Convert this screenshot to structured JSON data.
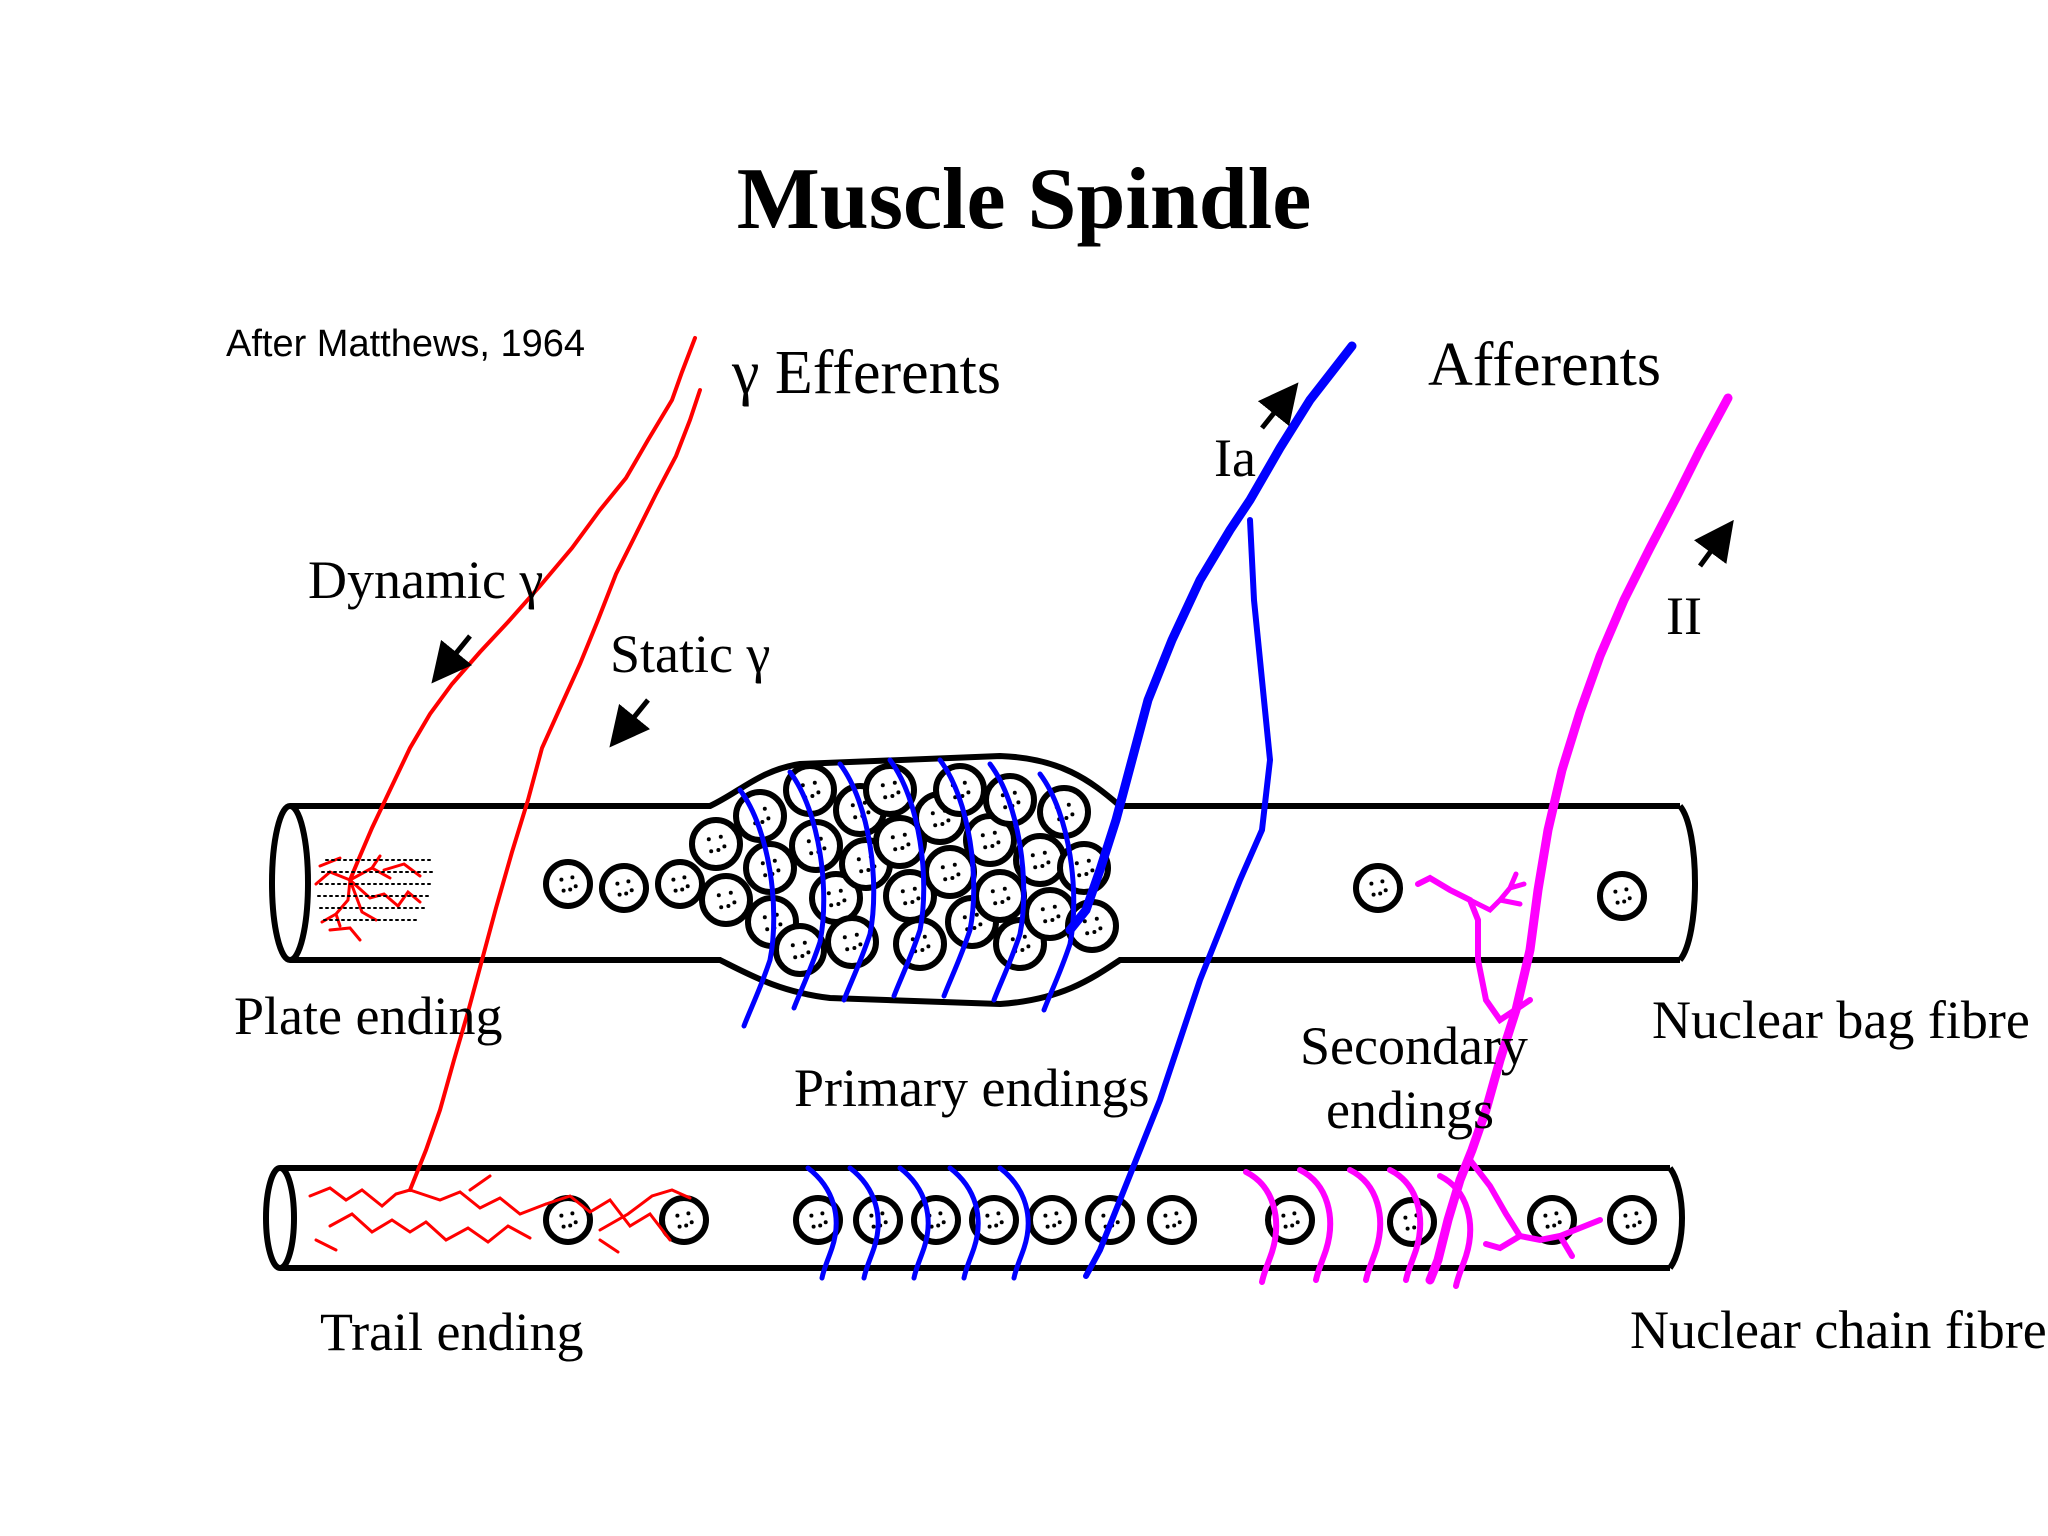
{
  "title": "Muscle Spindle",
  "citation": "After Matthews, 1964",
  "labels": {
    "gamma_efferents": "γ Efferents",
    "afferents": "Afferents",
    "ia": "Ia",
    "ii": "II",
    "dynamic_gamma": "Dynamic γ",
    "static_gamma": "Static γ",
    "plate_ending": "Plate ending",
    "trail_ending": "Trail ending",
    "primary_endings": "Primary endings",
    "secondary_endings_line1": "Secondary",
    "secondary_endings_line2": "endings",
    "nuclear_bag_fibre": "Nuclear bag fibre",
    "nuclear_chain_fibre": "Nuclear chain fibre"
  },
  "colors": {
    "gamma_efferent": "#ff0000",
    "ia_afferent": "#0000ff",
    "ii_afferent": "#ff00ff",
    "outline": "#000000",
    "background": "#ffffff"
  },
  "icons": {
    "arrow_down_left": "arrow-down-left-icon",
    "arrow_up_right": "arrow-up-right-icon"
  }
}
